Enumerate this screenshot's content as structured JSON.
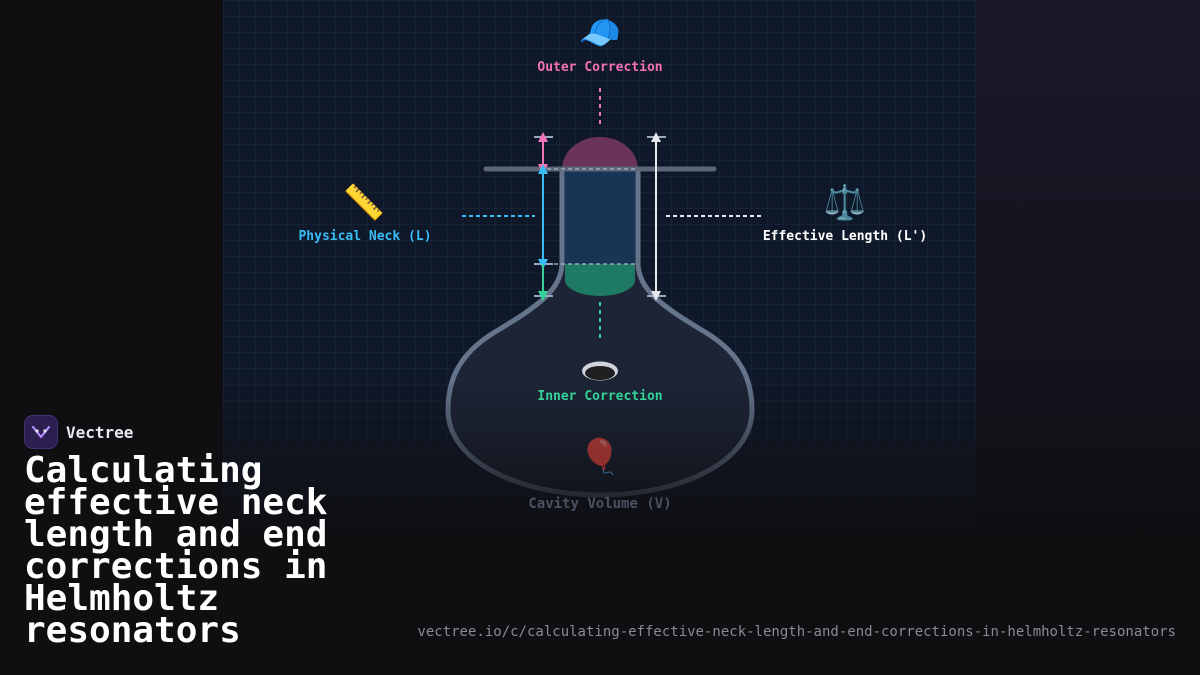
{
  "brand": {
    "name": "Vectree"
  },
  "title": "Calculating effective neck length and end corrections in Helmholtz resonators",
  "url": "vectree.io/c/calculating-effective-neck-length-and-end-corrections-in-helmholtz-resonators",
  "diagram": {
    "labels": {
      "outer": "Outer Correction",
      "physical": "Physical Neck (L)",
      "effective": "Effective Length (L')",
      "inner": "Inner Correction",
      "cavity": "Cavity Volume (V)"
    },
    "icons": {
      "outer": "🧢",
      "physical": "📏",
      "effective": "⚖️",
      "inner": "hole-icon",
      "cavity": "🎈"
    }
  },
  "colors": {
    "outer": "#f472b6",
    "physical": "#38bdf8",
    "effective": "#ffffff",
    "inner": "#34d399",
    "cavity": "#6b7280"
  }
}
